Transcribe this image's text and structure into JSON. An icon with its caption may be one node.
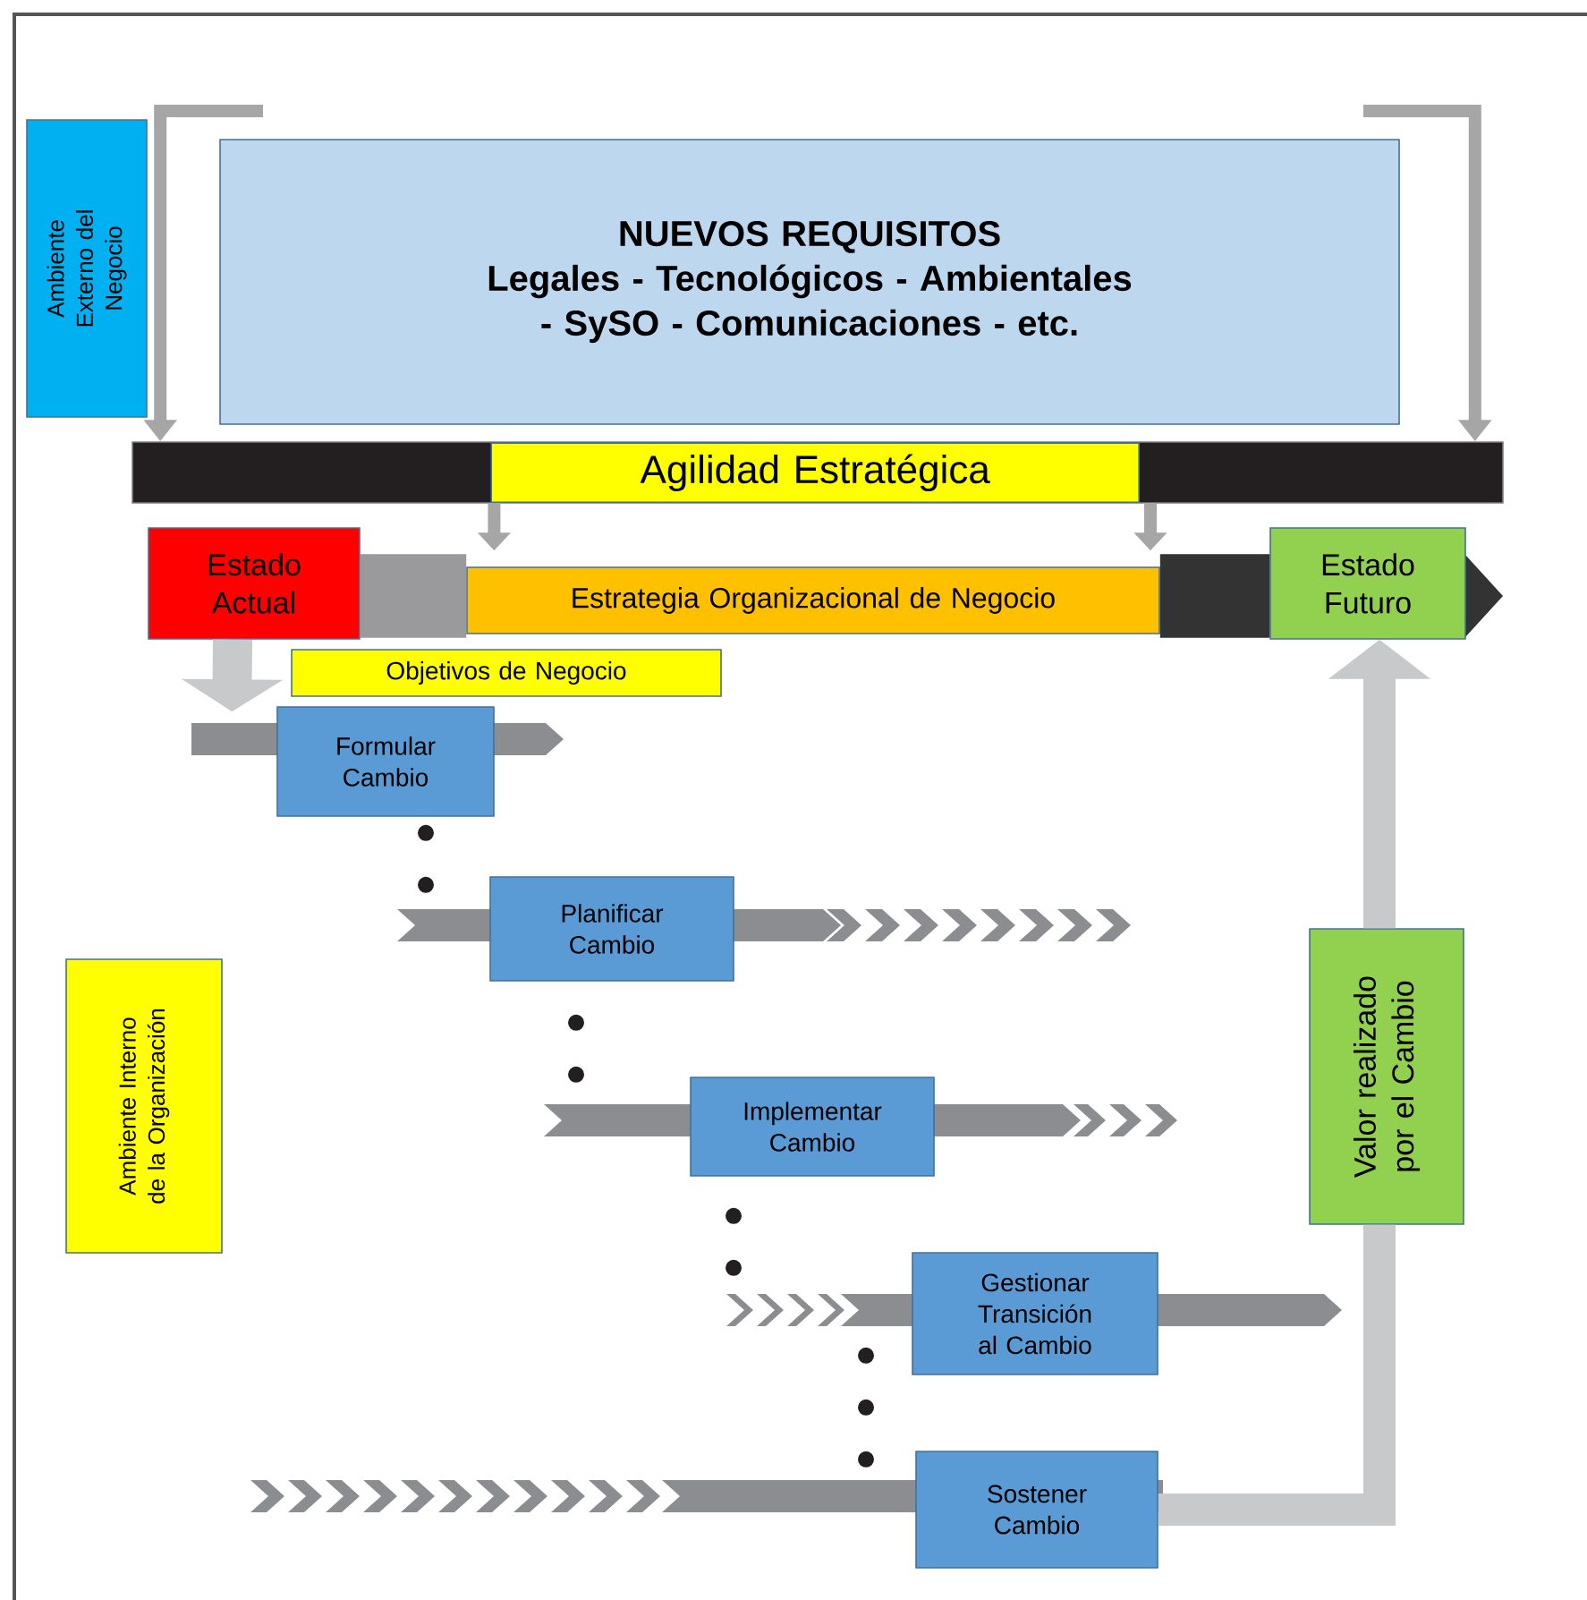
{
  "diagram": {
    "nodes": [
      {
        "text": [
          "Ambiente Externo del Negocio"
        ]
      },
      {
        "text": [
          "NUEVOS REQUISITOS",
          "Legales - Tecnológicos - Ambientales - SySO - Comunicaciones - etc."
        ]
      },
      {
        "text": [],
        "shape": "bar"
      },
      {
        "text": [
          "Agilidad Estratégica"
        ],
        "in": 2
      },
      {
        "text": [
          "Estado Actual"
        ]
      },
      {
        "text": [
          "Estrategia Organizacional de Negocio"
        ]
      },
      {
        "text": [
          "Estado Futuro"
        ]
      },
      {
        "text": [
          "Objetivos de Negocio"
        ]
      },
      {
        "text": [
          "Formular Cambio"
        ]
      },
      {
        "text": [
          "Planificar Cambio"
        ]
      },
      {
        "text": [
          "Implementar Cambio"
        ]
      },
      {
        "text": [
          "Gestionar Transición al Cambio"
        ]
      },
      {
        "text": [
          "Sostener Cambio"
        ]
      },
      {
        "text": [
          "Valor realizado por el Cambio"
        ]
      },
      {
        "text": [
          "Ambiente Interno de la Organización"
        ]
      }
    ],
    "edges": [
      {
        "from": null,
        "to": 2,
        "arrow": "to",
        "color": "#a6a6a6"
      },
      {
        "from": null,
        "to": 2,
        "arrow": "to",
        "color": "#a6a6a6"
      },
      {
        "from": 3,
        "to": 5,
        "arrow": "to",
        "color": "#a6a6a6"
      },
      {
        "from": 3,
        "to": 5,
        "arrow": "to",
        "color": "#a6a6a6"
      },
      {
        "from": 4,
        "to": 5,
        "arrow": "none",
        "style": "thick",
        "color": "#9a9a9c"
      },
      {
        "from": 5,
        "to": 6,
        "arrow": "none",
        "style": "thick",
        "color": "#333333"
      },
      {
        "from": 4,
        "to": 8,
        "arrow": "to",
        "style": "thick",
        "color": "#c8c9cb"
      },
      {
        "from": 12,
        "to": 13,
        "arrow": "none",
        "style": "thick",
        "color": "#c8c9cb"
      },
      {
        "from": 13,
        "to": 6,
        "arrow": "to",
        "style": "thick",
        "color": "#c8c9cb"
      },
      {
        "from": 8,
        "to": 9,
        "arrow": "none",
        "style": "dashed",
        "color": "#231f20"
      },
      {
        "from": 9,
        "to": 10,
        "arrow": "none",
        "style": "dashed",
        "color": "#231f20"
      },
      {
        "from": 10,
        "to": 11,
        "arrow": "none",
        "style": "dashed",
        "color": "#231f20"
      },
      {
        "from": 11,
        "to": 12,
        "arrow": "none",
        "style": "dashed",
        "color": "#231f20"
      }
    ]
  }
}
